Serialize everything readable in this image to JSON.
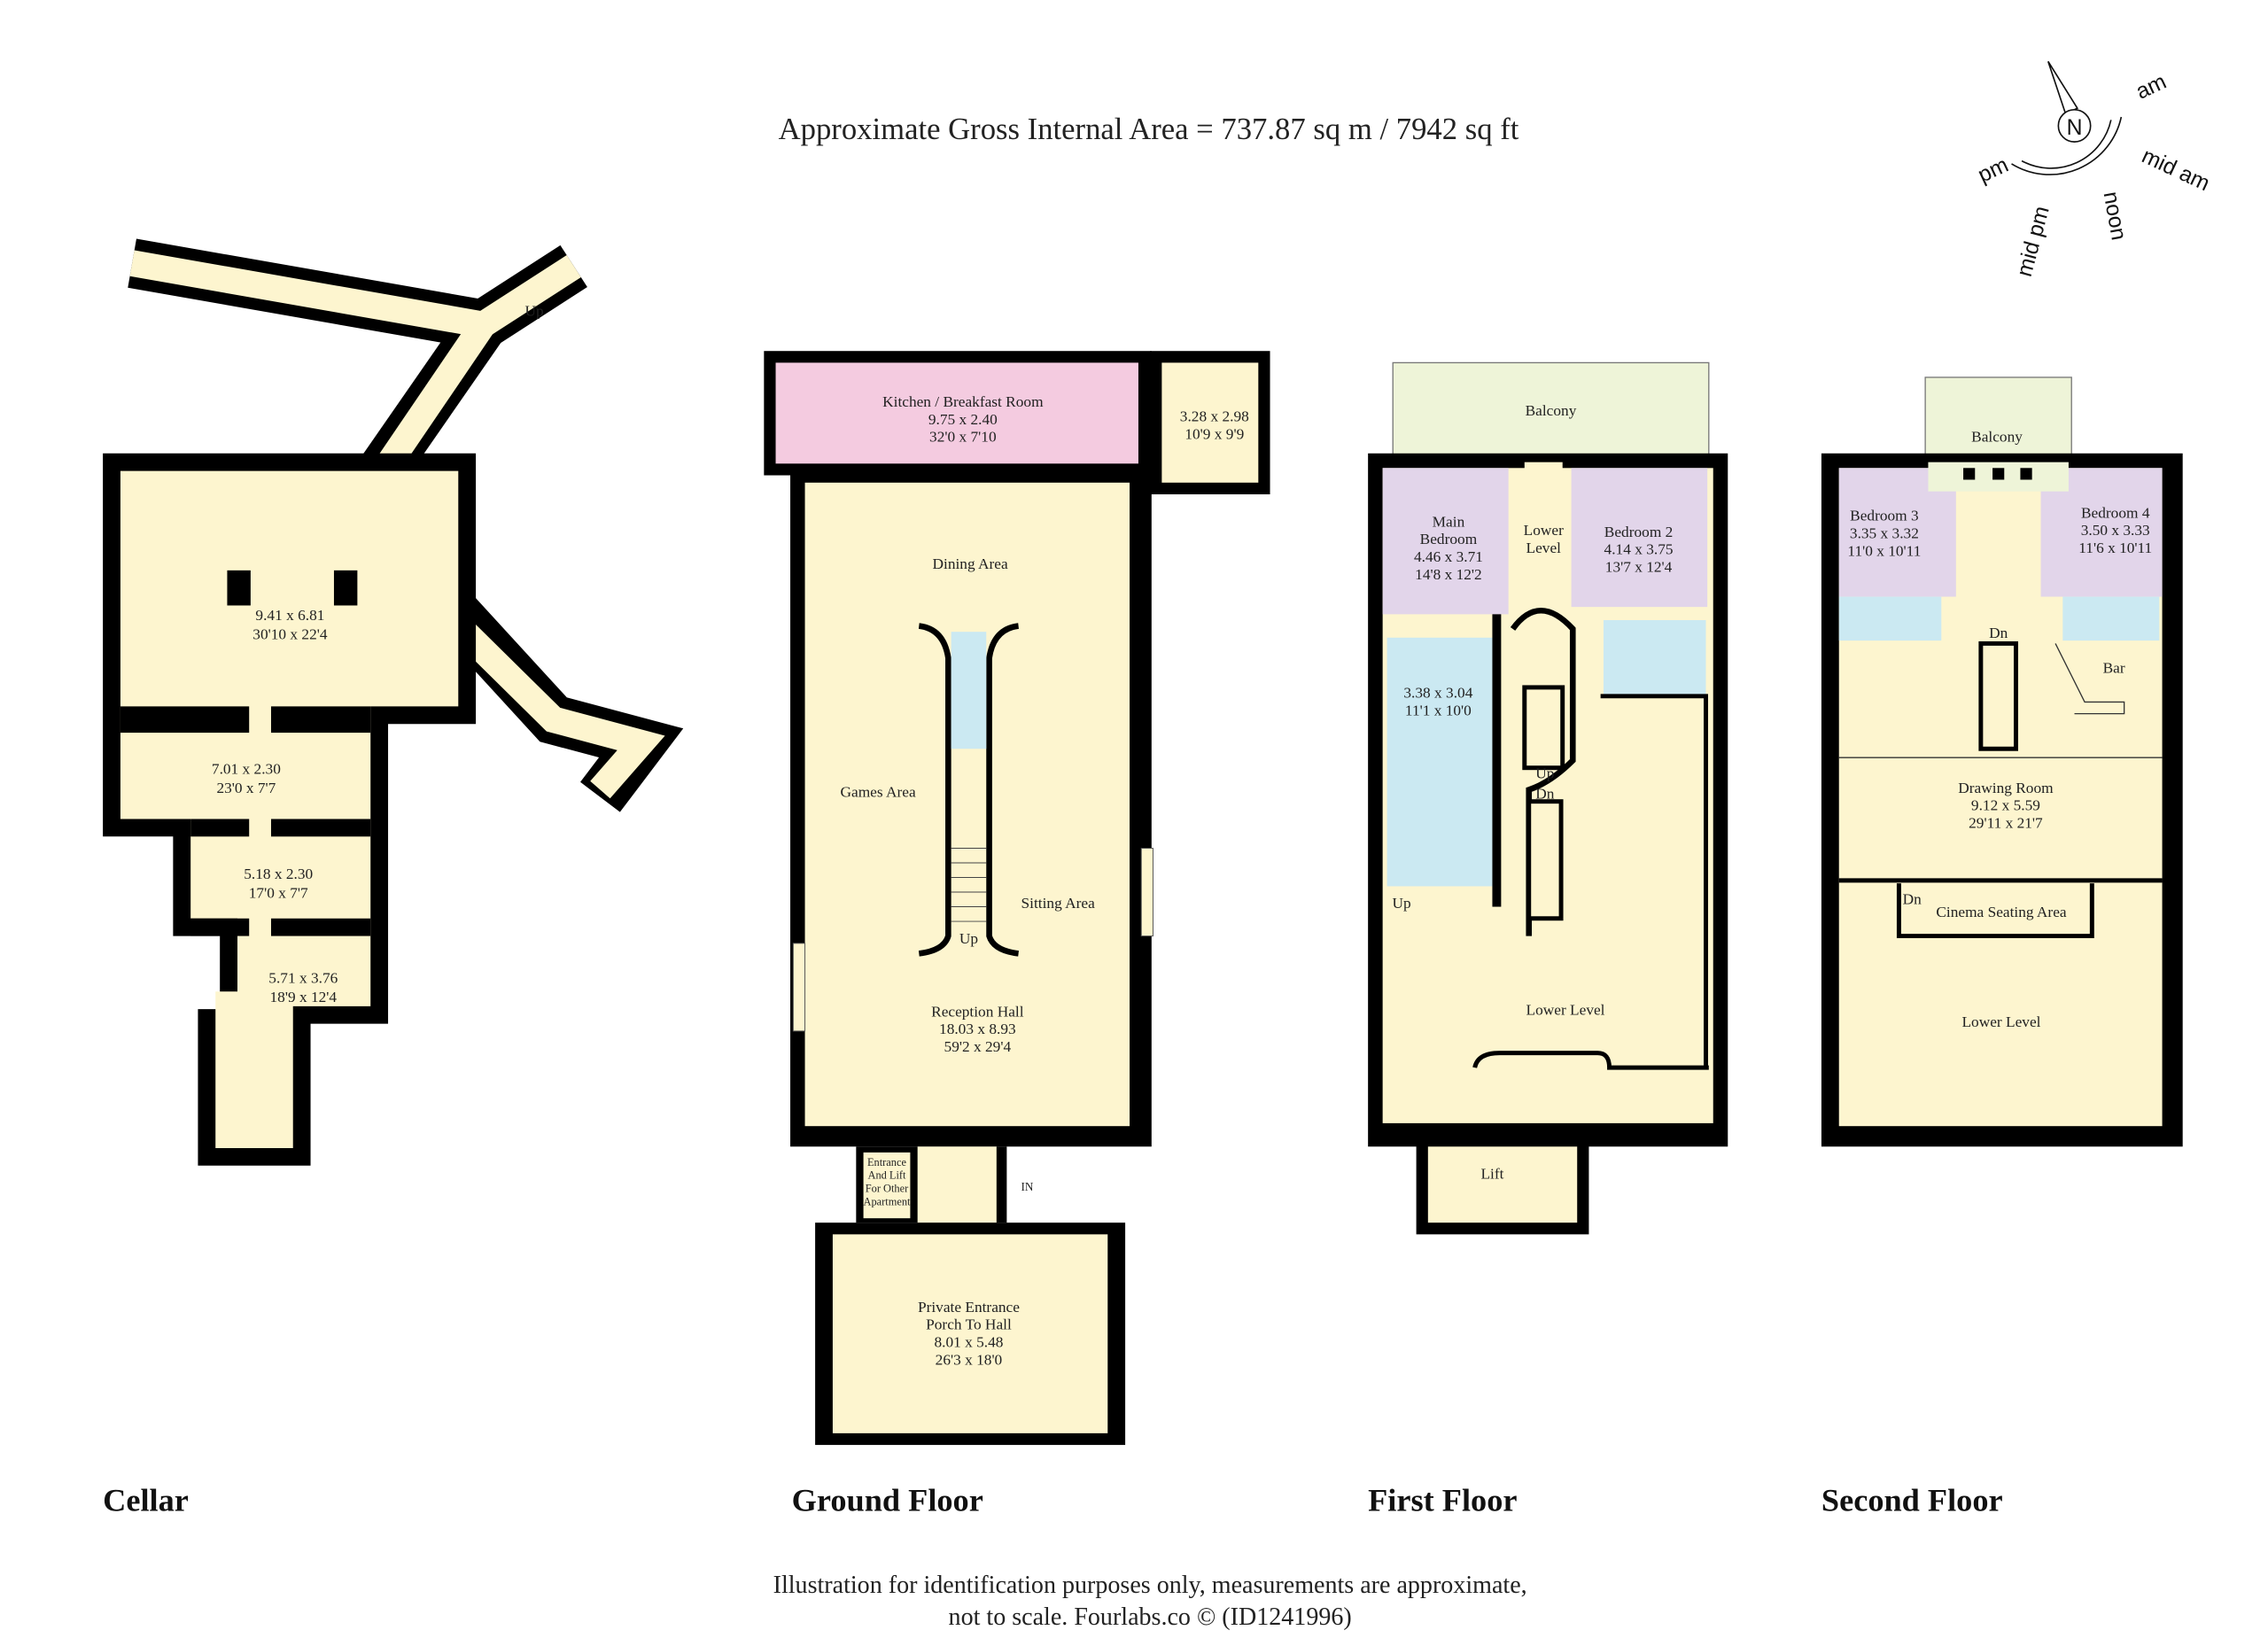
{
  "header": {
    "title": "Approximate Gross Internal Area = 737.87 sq m / 7942 sq ft"
  },
  "compass": {
    "north": "N",
    "am": "am",
    "mid_am": "mid am",
    "noon": "noon",
    "mid_pm": "mid pm",
    "pm": "pm"
  },
  "colors": {
    "wall": "#000000",
    "room": "#fdf5cf",
    "kitchen": "#f4cbe0",
    "bedroom": "#e2d5ea",
    "bathroom": "#cbe9f2",
    "balcony": "#eef4d8"
  },
  "cellar": {
    "label": "Cellar",
    "up": "Up",
    "rooms": [
      {
        "dims_m": "9.41 x 6.81",
        "dims_ft": "30'10 x 22'4"
      },
      {
        "dims_m": "7.01 x 2.30",
        "dims_ft": "23'0 x 7'7"
      },
      {
        "dims_m": "5.18 x 2.30",
        "dims_ft": "17'0 x 7'7"
      },
      {
        "dims_m": "5.71 x 3.76",
        "dims_ft": "18'9 x 12'4"
      }
    ]
  },
  "ground_floor": {
    "label": "Ground Floor",
    "kitchen": {
      "name": "Kitchen / Breakfast Room",
      "dims_m": "9.75 x 2.40",
      "dims_ft": "32'0 x 7'10"
    },
    "side_room": {
      "dims_m": "3.28 x 2.98",
      "dims_ft": "10'9 x 9'9"
    },
    "dining": "Dining Area",
    "games": "Games Area",
    "sitting": "Sitting Area",
    "up": "Up",
    "reception": {
      "name": "Reception Hall",
      "dims_m": "18.03 x 8.93",
      "dims_ft": "59'2 x 29'4"
    },
    "entrance_lift": [
      "Entrance",
      "And Lift",
      "For Other",
      "Apartment"
    ],
    "in": "IN",
    "porch": {
      "name1": "Private Entrance",
      "name2": "Porch To Hall",
      "dims_m": "8.01 x 5.48",
      "dims_ft": "26'3 x 18'0"
    }
  },
  "first_floor": {
    "label": "First Floor",
    "balcony": "Balcony",
    "main_bedroom": {
      "name1": "Main",
      "name2": "Bedroom",
      "dims_m": "4.46 x 3.71",
      "dims_ft": "14'8 x 12'2"
    },
    "lower_level_top": [
      "Lower",
      "Level"
    ],
    "bedroom2": {
      "name": "Bedroom 2",
      "dims_m": "4.14 x 3.75",
      "dims_ft": "13'7 x 12'4"
    },
    "dressing": {
      "dims_m": "3.38 x 3.04",
      "dims_ft": "11'1 x 10'0"
    },
    "up": "Up",
    "dn": "Dn",
    "up2": "Up",
    "lower_level": "Lower Level",
    "lift": "Lift"
  },
  "second_floor": {
    "label": "Second Floor",
    "balcony": "Balcony",
    "bedroom3": {
      "name": "Bedroom 3",
      "dims_m": "3.35 x 3.32",
      "dims_ft": "11'0 x 10'11"
    },
    "bedroom4": {
      "name": "Bedroom 4",
      "dims_m": "3.50 x 3.33",
      "dims_ft": "11'6 x 10'11"
    },
    "dn": "Dn",
    "bar": "Bar",
    "drawing": {
      "name": "Drawing Room",
      "dims_m": "9.12 x 5.59",
      "dims_ft": "29'11 x 21'7"
    },
    "dn2": "Dn",
    "cinema": "Cinema Seating Area",
    "lower_level": "Lower Level"
  },
  "footer": {
    "line1": "Illustration for identification purposes only, measurements are approximate,",
    "line2": "not to scale. Fourlabs.co © (ID1241996)"
  }
}
